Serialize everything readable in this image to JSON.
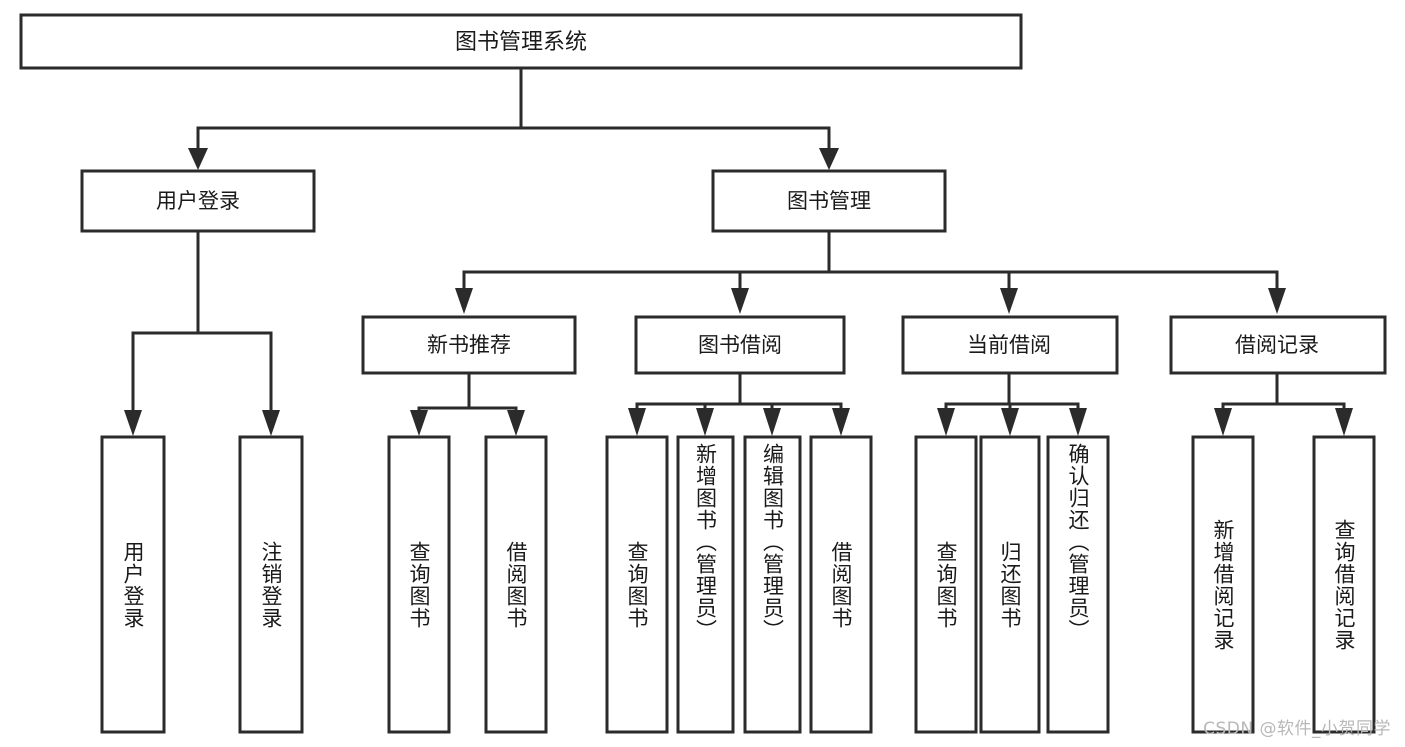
{
  "diagram": {
    "type": "tree",
    "title": "图书管理系统",
    "root": {
      "id": "root",
      "label": "图书管理系统",
      "orientation": "horizontal"
    },
    "level2": [
      {
        "id": "user-login",
        "label": "用户登录",
        "orientation": "horizontal"
      },
      {
        "id": "book-manage",
        "label": "图书管理",
        "orientation": "horizontal"
      }
    ],
    "level3": [
      {
        "id": "new-book-rec",
        "label": "新书推荐",
        "parent": "book-manage",
        "orientation": "horizontal"
      },
      {
        "id": "book-borrow",
        "label": "图书借阅",
        "parent": "book-manage",
        "orientation": "horizontal"
      },
      {
        "id": "current-borrow",
        "label": "当前借阅",
        "parent": "book-manage",
        "orientation": "horizontal"
      },
      {
        "id": "borrow-record",
        "label": "借阅记录",
        "parent": "book-manage",
        "orientation": "horizontal"
      }
    ],
    "leaves": [
      {
        "id": "leaf-user-login",
        "label": "用户登录",
        "parent": "user-login",
        "orientation": "vertical"
      },
      {
        "id": "leaf-user-logout",
        "label": "注销登录",
        "parent": "user-login",
        "orientation": "vertical"
      },
      {
        "id": "leaf-rec-query",
        "label": "查询图书",
        "parent": "new-book-rec",
        "orientation": "vertical"
      },
      {
        "id": "leaf-rec-borrow",
        "label": "借阅图书",
        "parent": "new-book-rec",
        "orientation": "vertical"
      },
      {
        "id": "leaf-borrow-query",
        "label": "查询图书",
        "parent": "book-borrow",
        "orientation": "vertical"
      },
      {
        "id": "leaf-borrow-add",
        "label": "新增图书（管理员）",
        "parent": "book-borrow",
        "orientation": "vertical"
      },
      {
        "id": "leaf-borrow-edit",
        "label": "编辑图书（管理员）",
        "parent": "book-borrow",
        "orientation": "vertical"
      },
      {
        "id": "leaf-borrow-lend",
        "label": "借阅图书",
        "parent": "book-borrow",
        "orientation": "vertical"
      },
      {
        "id": "leaf-cur-query",
        "label": "查询图书",
        "parent": "current-borrow",
        "orientation": "vertical"
      },
      {
        "id": "leaf-cur-return",
        "label": "归还图书",
        "parent": "current-borrow",
        "orientation": "vertical"
      },
      {
        "id": "leaf-cur-confirm",
        "label": "确认归还（管理员）",
        "parent": "current-borrow",
        "orientation": "vertical"
      },
      {
        "id": "leaf-rec-add",
        "label": "新增借阅记录",
        "parent": "borrow-record",
        "orientation": "vertical"
      },
      {
        "id": "leaf-rec-search",
        "label": "查询借阅记录",
        "parent": "borrow-record",
        "orientation": "vertical"
      }
    ],
    "colors": {
      "stroke": "#2b2b2b",
      "fill": "#ffffff",
      "text": "#1a1a1a",
      "background": "#ffffff",
      "watermark": "#b8b8b8"
    }
  },
  "watermark": {
    "text": "CSDN @软件_小贺同学"
  }
}
